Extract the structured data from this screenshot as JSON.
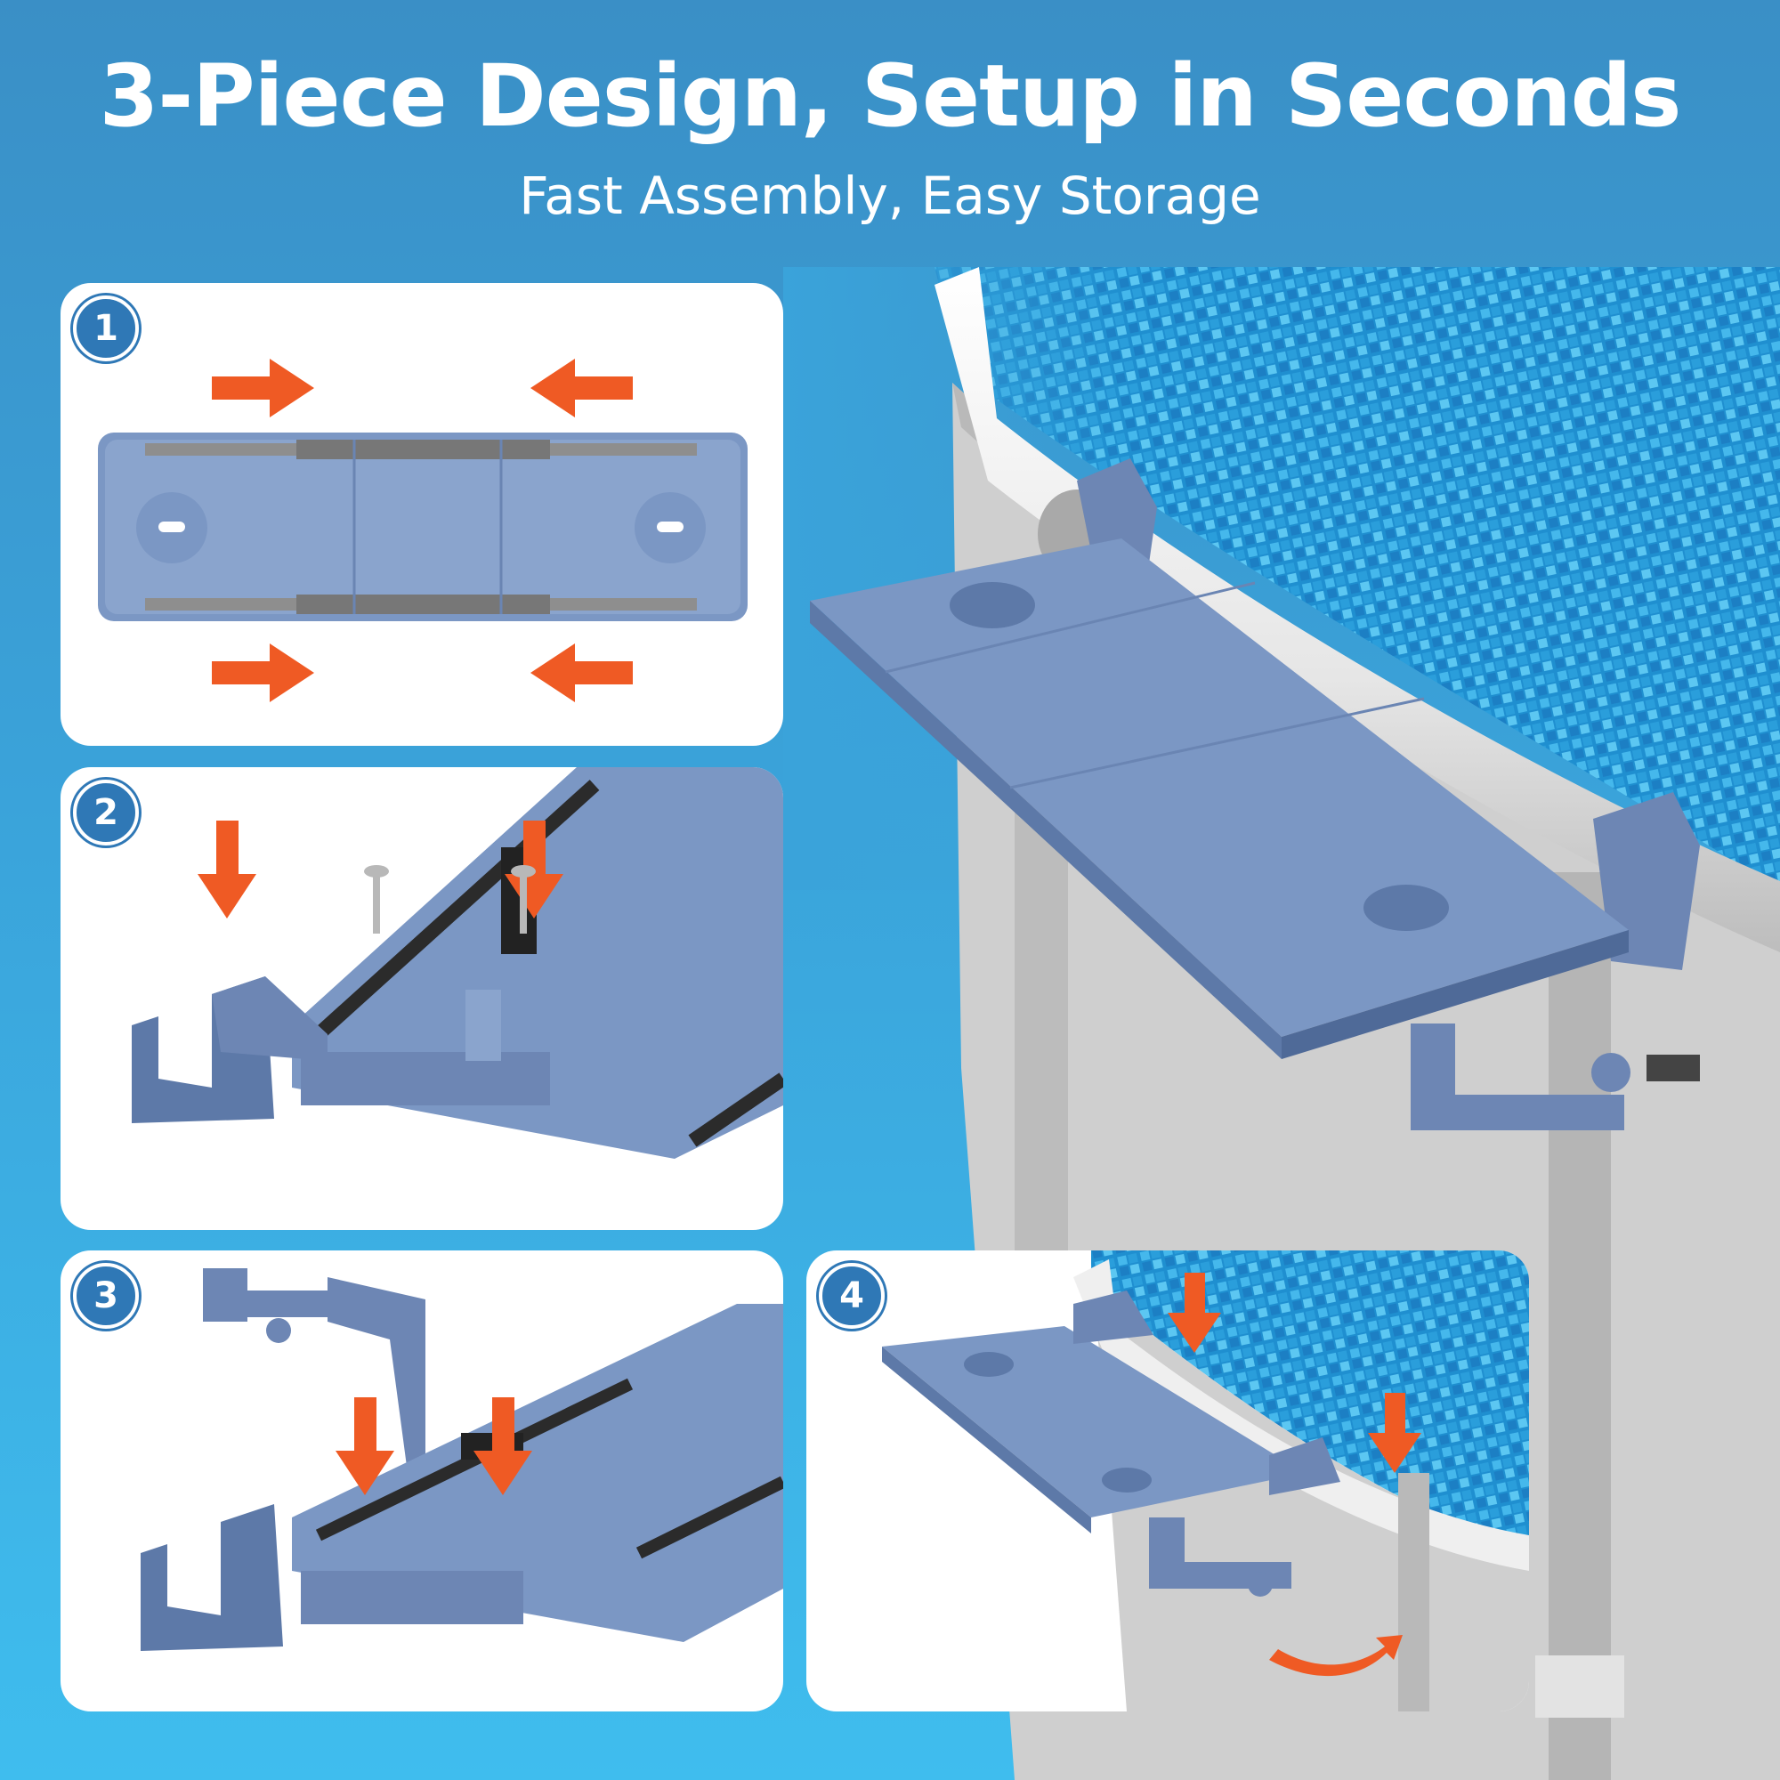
{
  "header": {
    "title": "3-Piece Design, Setup in Seconds",
    "subtitle": "Fast Assembly, Easy Storage"
  },
  "steps": [
    {
      "number": "1"
    },
    {
      "number": "2"
    },
    {
      "number": "3"
    },
    {
      "number": "4"
    }
  ],
  "colors": {
    "background_top": "#3a8fc6",
    "background_bottom": "#3fbdee",
    "tray_blue": "#7b97c4",
    "tray_dark": "#5d79a8",
    "arrow_orange": "#ef5a24",
    "badge_blue": "#2f78b6",
    "pool_wall_gray": "#c9c9c9",
    "rail_white": "#eeeeee",
    "water_tile": "#2aa6e0"
  },
  "icons": [
    "right-arrow-icon",
    "left-arrow-icon",
    "down-arrow-icon",
    "curved-arrow-icon",
    "screw-icon"
  ]
}
